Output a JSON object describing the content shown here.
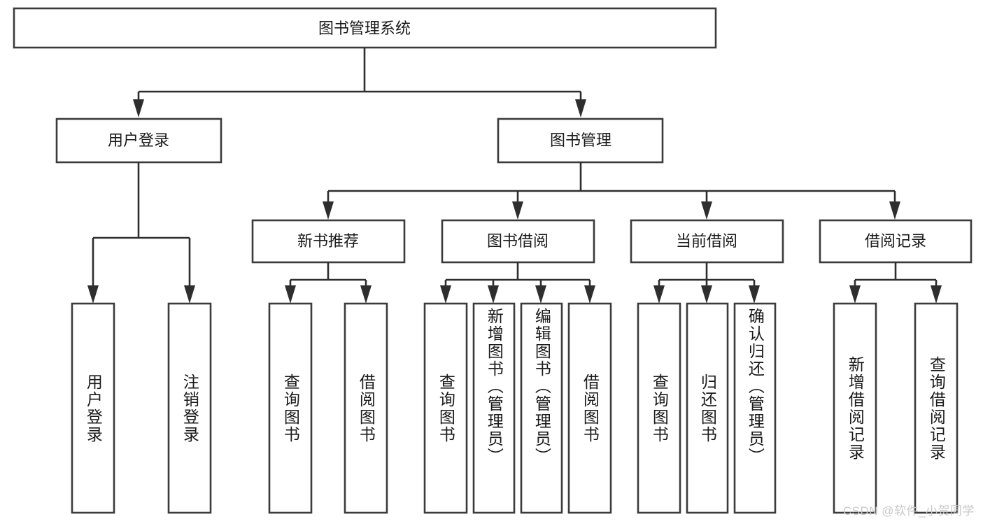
{
  "diagram": {
    "title": "图书管理系统",
    "type": "tree-hierarchy-chart",
    "root": {
      "label": "图书管理系统"
    },
    "level2": [
      {
        "label": "用户登录"
      },
      {
        "label": "图书管理"
      }
    ],
    "level3": [
      {
        "label": "新书推荐"
      },
      {
        "label": "图书借阅"
      },
      {
        "label": "当前借阅"
      },
      {
        "label": "借阅记录"
      }
    ],
    "leaves": {
      "user_login": [
        {
          "label": "用户登录"
        },
        {
          "label": "注销登录"
        }
      ],
      "new_book_recommend": [
        {
          "label": "查询图书"
        },
        {
          "label": "借阅图书"
        }
      ],
      "book_borrow": [
        {
          "label": "查询图书"
        },
        {
          "label": "新增图书（管理员）"
        },
        {
          "label": "编辑图书（管理员）"
        },
        {
          "label": "借阅图书"
        }
      ],
      "current_borrow": [
        {
          "label": "查询图书"
        },
        {
          "label": "归还图书"
        },
        {
          "label": "确认归还（管理员）"
        }
      ],
      "borrow_record": [
        {
          "label": "新增借阅记录"
        },
        {
          "label": "查询借阅记录"
        }
      ]
    }
  },
  "watermark": {
    "text": "CSDN @软件_小贺同学"
  },
  "colors": {
    "box_stroke": "#3b3b3b",
    "connector": "#2e2e2e",
    "text": "#1a1a1a",
    "background": "#ffffff",
    "watermark": "#c9c9c9"
  }
}
